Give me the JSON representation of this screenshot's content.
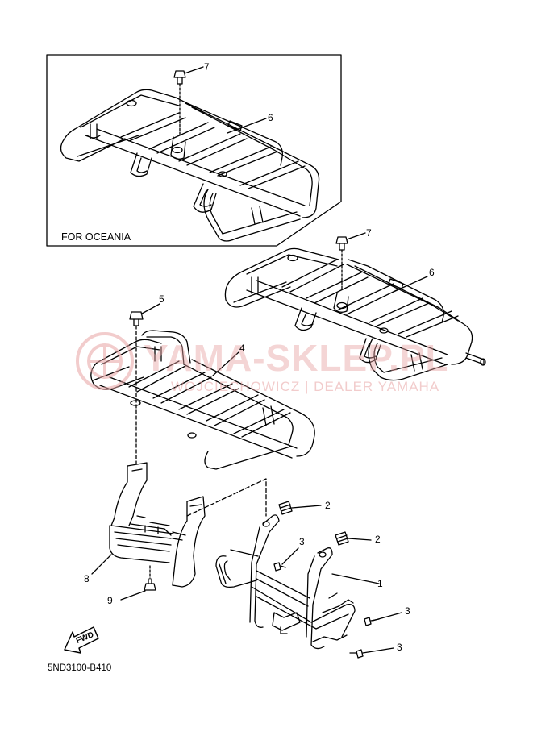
{
  "diagram": {
    "region_label": "FOR OCEANIA",
    "drawing_code": "5ND3100-B410",
    "fwd_label": "FWD",
    "callouts": {
      "c1": "1",
      "c2a": "2",
      "c2b": "2",
      "c3a": "3",
      "c3b": "3",
      "c3c": "3",
      "c4": "4",
      "c5": "5",
      "c6a": "6",
      "c6b": "6",
      "c7a": "7",
      "c7b": "7",
      "c8": "8",
      "c9": "9"
    }
  },
  "watermark": {
    "brand": "YAMA-SKLEP.PL",
    "tagline": "WOJCIECHOWICZ | DEALER YAMAHA",
    "color": "#e8a3a3"
  }
}
